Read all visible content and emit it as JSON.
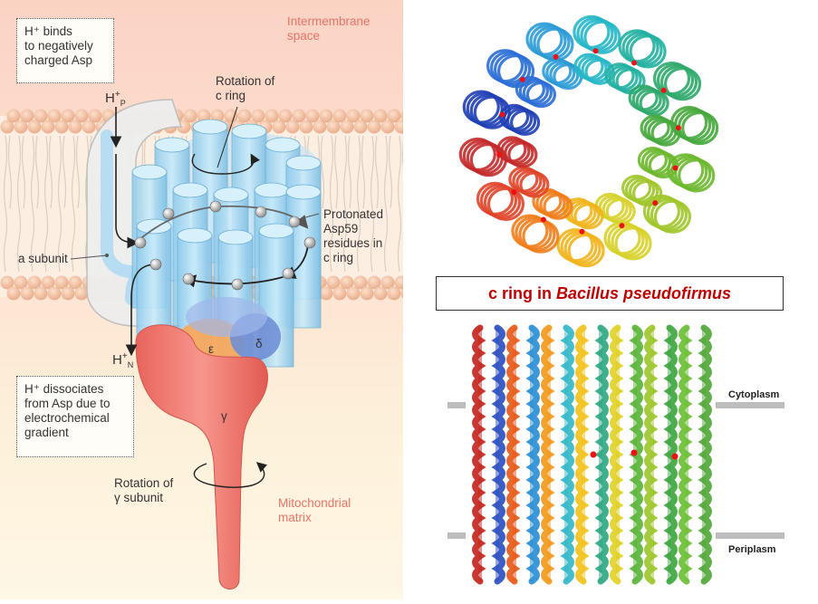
{
  "left_panel": {
    "region_top": "Intermembrane space",
    "region_top_lines": [
      "Intermembrane",
      "space"
    ],
    "region_bottom": "Mitochondrial matrix",
    "region_bottom_lines": [
      "Mitochondrial",
      "matrix"
    ],
    "box_top_lines": [
      "H⁺ binds",
      "to negatively",
      "charged Asp"
    ],
    "box_bottom_lines": [
      "H⁺ dissociates",
      "from Asp due to",
      "electrochemical",
      "gradient"
    ],
    "rotation_c_ring_lines": [
      "Rotation of",
      "c ring"
    ],
    "protonated_lines": [
      "Protonated",
      "Asp59",
      "residues in",
      "c ring"
    ],
    "a_subunit": "a subunit",
    "h_p_main": "H",
    "h_p_sup": "+",
    "h_p_sub": "P",
    "h_n_main": "H",
    "h_n_sup": "+",
    "h_n_sub": "N",
    "epsilon": "ε",
    "delta": "δ",
    "gamma": "γ",
    "rotation_gamma_lines": [
      "Rotation of",
      "γ subunit"
    ]
  },
  "right_panel": {
    "caption_prefix": "c ring in",
    "caption_species": "Bacillus pseudofirmus",
    "cytoplasm": "Cytoplasm",
    "periplasm": "Periplasm"
  },
  "colors": {
    "caption_red": "#c00000",
    "region_label_pink": "#e8746a",
    "c_ring_blue": "#a9d8f2",
    "gamma_red": "#f07a72",
    "membrane_bead": "#f2c4a8"
  }
}
